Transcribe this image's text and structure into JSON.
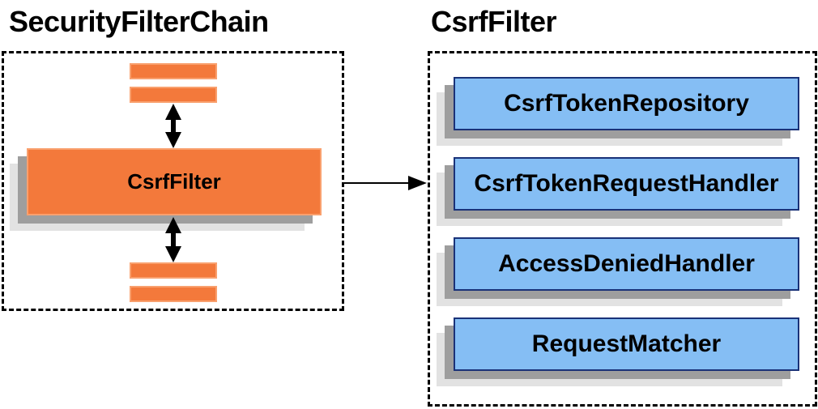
{
  "left_panel": {
    "title": "SecurityFilterChain",
    "csrf_filter_label": "CsrfFilter"
  },
  "right_panel": {
    "title": "CsrfFilter",
    "components": [
      "CsrfTokenRepository",
      "CsrfTokenRequestHandler",
      "AccessDeniedHandler",
      "RequestMatcher"
    ]
  },
  "colors": {
    "orange_fill": "#F3793B",
    "orange_border": "#F9A06E",
    "blue_fill": "#85BEF4",
    "blue_border": "#1A3278",
    "shadow_dark": "#9E9E9E",
    "shadow_light": "#E2E2E2",
    "line_color": "#000000"
  }
}
